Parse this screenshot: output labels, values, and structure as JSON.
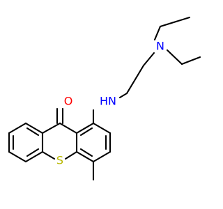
{
  "molecule": {
    "atoms": [
      {
        "id": "O",
        "label": "O",
        "color": "#ff0000"
      },
      {
        "id": "NH",
        "label": "HN",
        "color": "#0000ff"
      },
      {
        "id": "N",
        "label": "N",
        "color": "#0000ff"
      },
      {
        "id": "S",
        "label": "S",
        "color": "#b8b800"
      }
    ]
  }
}
